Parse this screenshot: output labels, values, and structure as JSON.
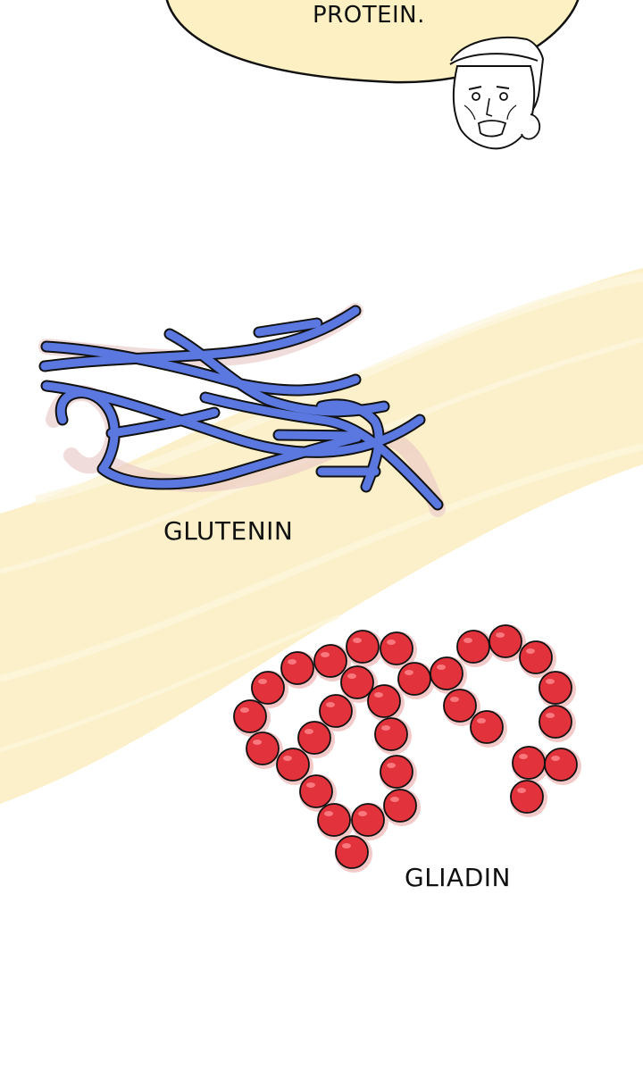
{
  "speech_bubble": {
    "text": "PROTEIN."
  },
  "character": {
    "icon": "old-woman-face-icon"
  },
  "proteins": [
    {
      "name": "GLUTENIN",
      "icon": "ribbon-strands-icon",
      "color": "#5a78e0"
    },
    {
      "name": "GLIADIN",
      "icon": "bead-chain-icon",
      "color": "#e2333c"
    }
  ],
  "background": {
    "brush_color": "#fbefc6"
  }
}
